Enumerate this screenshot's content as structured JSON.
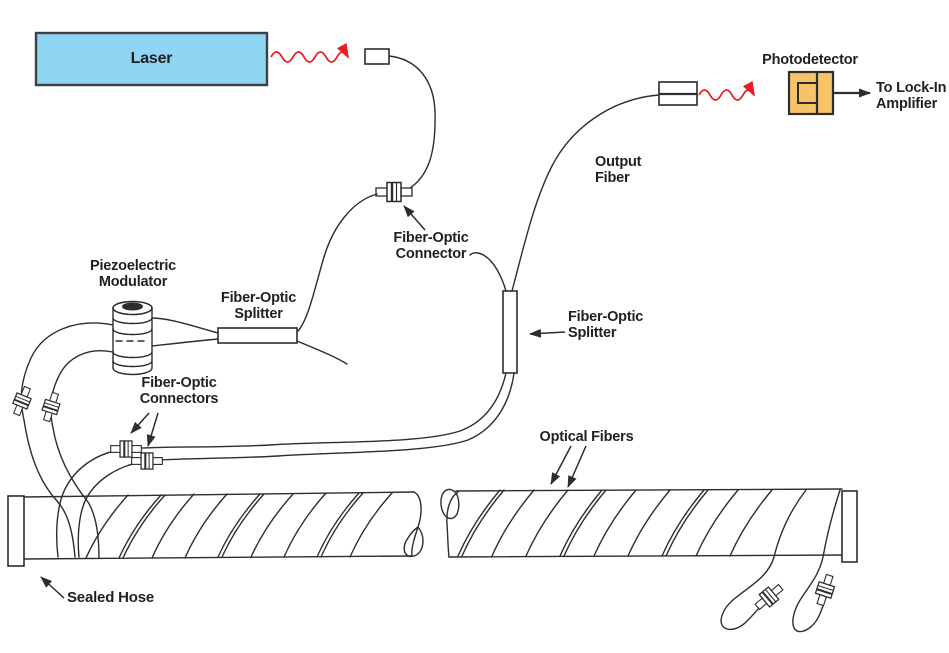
{
  "labels": {
    "laser": "Laser",
    "photodetector": "Photodetector",
    "to_lock_in": {
      "line1": "To Lock-In",
      "line2": "Amplifier"
    },
    "output_fiber": {
      "line1": "Output",
      "line2": "Fiber"
    },
    "fiber_optic_connector": {
      "line1": "Fiber-Optic",
      "line2": "Connector"
    },
    "piezoelectric_modulator": {
      "line1": "Piezoelectric",
      "line2": "Modulator"
    },
    "fiber_optic_splitter_left": {
      "line1": "Fiber-Optic",
      "line2": "Splitter"
    },
    "fiber_optic_connectors": {
      "line1": "Fiber-Optic",
      "line2": "Connectors"
    },
    "fiber_optic_splitter_right": {
      "line1": "Fiber-Optic",
      "line2": "Splitter"
    },
    "optical_fibers": "Optical Fibers",
    "sealed_hose": "Sealed Hose"
  },
  "colors": {
    "laser_fill": "#8FD4F3",
    "detector_fill": "#F5C469",
    "beam_red": "#EC1C24",
    "line_dark": "#2D2D2E",
    "box_stroke": "#3F4041",
    "text": "#231F20",
    "background": "#FFFFFF"
  }
}
